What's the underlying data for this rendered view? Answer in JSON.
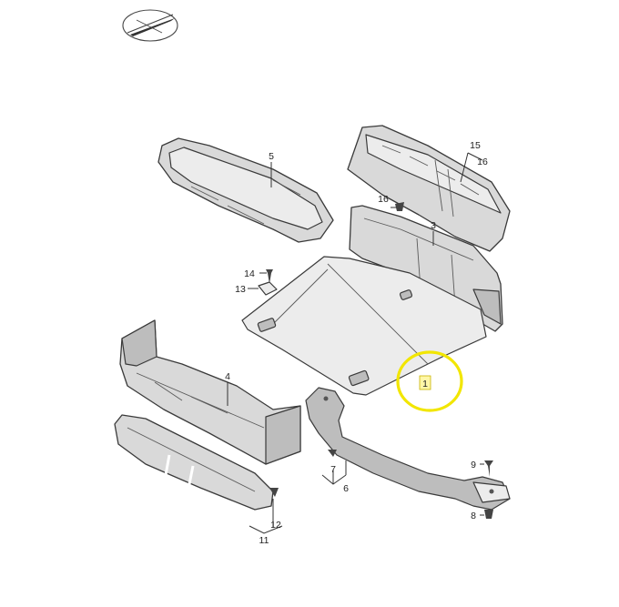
{
  "callouts": {
    "c1": "1",
    "c3": "3",
    "c4": "4",
    "c5": "5",
    "c6": "6",
    "c7": "7",
    "c8": "8",
    "c9": "9",
    "c11": "11",
    "c12": "12",
    "c13": "13",
    "c14": "14",
    "c15": "15",
    "c16a": "16",
    "c16b": "16"
  },
  "colors": {
    "highlight_ring": "#f2e600",
    "highlight_box": "#fff7a8",
    "part_fill": "#d9d9d9"
  },
  "highlighted_part": "1"
}
